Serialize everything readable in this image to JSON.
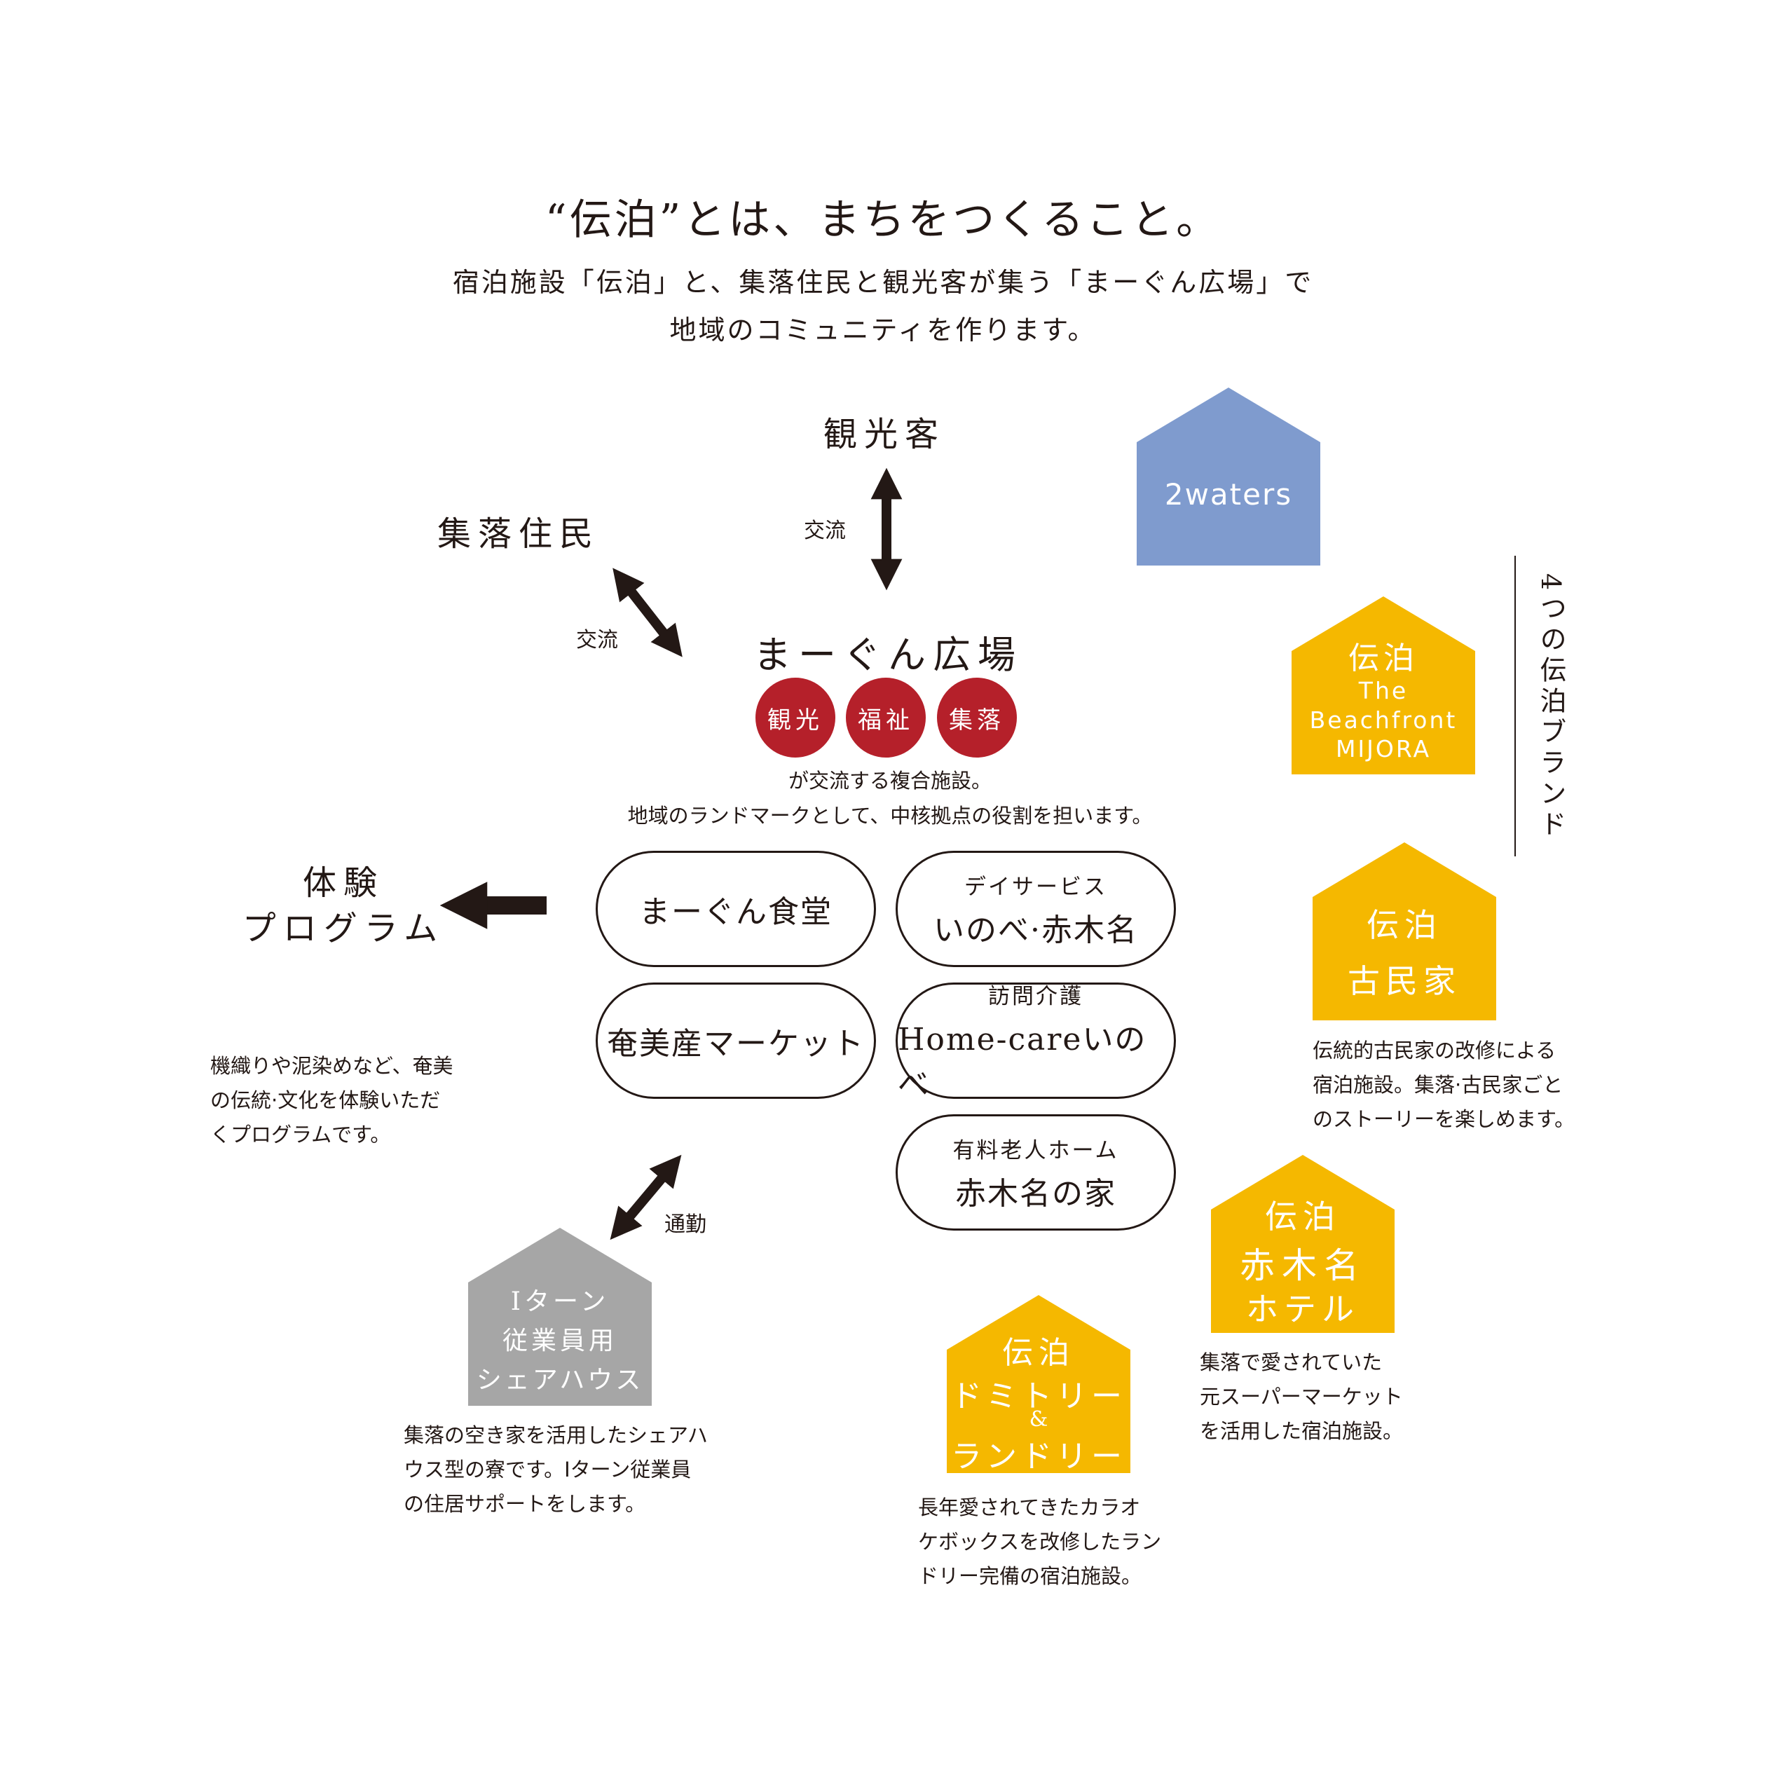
{
  "headline": "“伝泊”とは、まちをつくること。",
  "subtitle": [
    "宿泊施設「伝泊」と、集落住民と観光客が集う「まーぐん広場」で",
    "地域のコミュニティを作ります。"
  ],
  "nodes": {
    "tourist": "観光客",
    "resident": "集落住民",
    "plaza": "まーぐん広場",
    "experience": [
      "体験",
      "プログラム"
    ]
  },
  "edges": {
    "tourist_plaza": "交流",
    "resident_plaza": "交流",
    "commute": "通勤"
  },
  "circles": [
    "観光",
    "福祉",
    "集落"
  ],
  "plaza_desc": [
    "が交流する複合施設。",
    "地域のランドマークとして、中核拠点の役割を担います。"
  ],
  "facilities": [
    {
      "small": "",
      "big": "まーぐん食堂"
    },
    {
      "small": "デイサービス",
      "big": "いのべ·赤木名"
    },
    {
      "small": "",
      "big": "奄美産マーケット"
    },
    {
      "small": "訪問介護",
      "big": "Home-careいのべ"
    },
    {
      "small": "有料老人ホーム",
      "big": "赤木名の家"
    }
  ],
  "experience_desc": [
    "機織りや泥染めなど、奄美",
    "の伝統·文化を体験いただ",
    "くプログラムです。"
  ],
  "brand_label": "4つの伝泊ブランド",
  "houses": {
    "twowaters": {
      "lines": [
        "2waters"
      ],
      "color": "#7f9bce"
    },
    "beachfront": {
      "lines": [
        "伝泊",
        "The",
        "Beachfront",
        "MIJORA"
      ],
      "color": "#f5b800"
    },
    "kominka": {
      "lines": [
        "伝泊",
        "古民家"
      ],
      "color": "#f5b800",
      "desc": [
        "伝統的古民家の改修による",
        "宿泊施設。集落·古民家ごと",
        "のストーリーを楽しめます。"
      ]
    },
    "hotel": {
      "lines": [
        "伝泊",
        "赤木名",
        "ホテル"
      ],
      "color": "#f5b800",
      "desc": [
        "集落で愛されていた",
        "元スーパーマーケット",
        "を活用した宿泊施設。"
      ]
    },
    "dormitory": {
      "lines": [
        "伝泊",
        "ドミトリー",
        "&",
        "ランドリー"
      ],
      "color": "#f5b800",
      "desc": [
        "長年愛されてきたカラオ",
        "ケボックスを改修したラン",
        "ドリー完備の宿泊施設。"
      ]
    },
    "sharehouse": {
      "lines": [
        "Iターン",
        "従業員用",
        "シェアハウス"
      ],
      "color": "#a6a6a6",
      "desc": [
        "集落の空き家を活用したシェアハ",
        "ウス型の寮です。Iターン従業員",
        "の住居サポートをします。"
      ]
    }
  }
}
